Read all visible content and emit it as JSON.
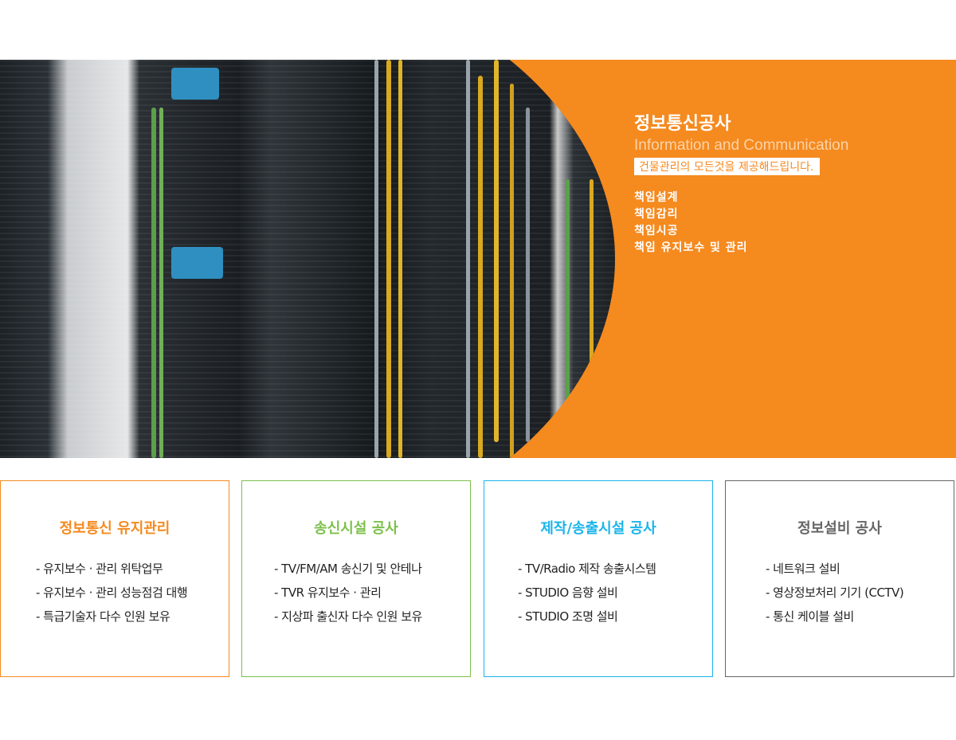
{
  "banner": {
    "title": "정보통신공사",
    "subtitle": "Information and Communication",
    "tagline": "건물관리의 모든것을 제공해드립니다.",
    "duties": [
      "책임설계",
      "책임감리",
      "책임시공",
      "책임 유지보수 및 관리"
    ],
    "accent_color": "#f58a1f"
  },
  "cards": [
    {
      "title": "정보통신 유지관리",
      "color": "#f58a1f",
      "items": [
        "- 유지보수 · 관리 위탁업무",
        "- 유지보수 · 관리 성능점검 대행",
        "- 특급기술자 다수 인원 보유"
      ]
    },
    {
      "title": "송신시설 공사",
      "color": "#7cc04b",
      "items": [
        "- TV/FM/AM 송신기 및 안테나",
        "- TVR 유지보수 · 관리",
        "- 지상파 출신자 다수 인원 보유"
      ]
    },
    {
      "title": "제작/송출시설 공사",
      "color": "#1ab4ea",
      "items": [
        "- TV/Radio 제작 송출시스템",
        "- STUDIO 음향 설비",
        "- STUDIO 조명 설비"
      ]
    },
    {
      "title": "정보설비 공사",
      "color": "#666666",
      "items": [
        "- 네트워크 설비",
        "- 영상정보처리 기기 (CCTV)",
        "- 통신 케이블 설비"
      ]
    }
  ]
}
